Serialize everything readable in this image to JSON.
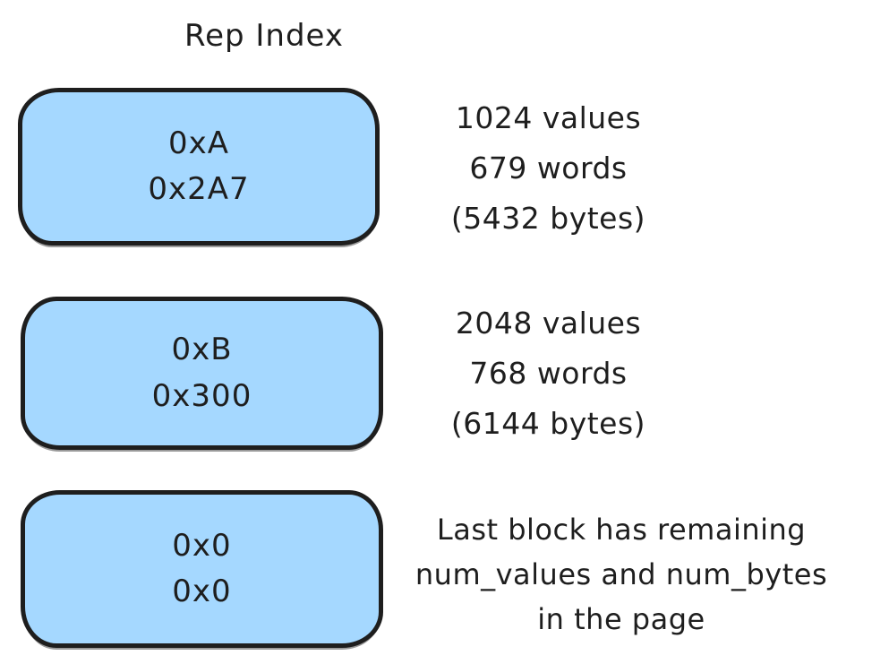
{
  "title": "Rep Index",
  "colors": {
    "background": "#ffffff",
    "box_fill": "#a5d8ff",
    "stroke": "#1e1e1e",
    "text": "#1e1e1e"
  },
  "blocks": [
    {
      "values": [
        "0xA",
        "0x2A7"
      ],
      "annotation": [
        "1024 values",
        "679 words",
        "(5432 bytes)"
      ]
    },
    {
      "values": [
        "0xB",
        "0x300"
      ],
      "annotation": [
        "2048 values",
        "768 words",
        "(6144 bytes)"
      ]
    },
    {
      "values": [
        "0x0",
        "0x0"
      ],
      "annotation": [
        "Last block has remaining",
        "num_values and num_bytes",
        "in the page"
      ]
    }
  ]
}
